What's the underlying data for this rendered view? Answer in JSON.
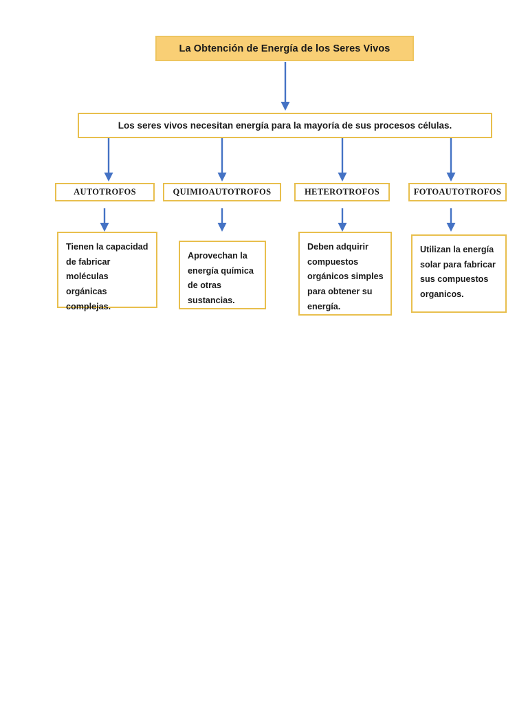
{
  "diagram": {
    "type": "flowchart",
    "title_box": {
      "label": "La Obtención de Energía de los Seres Vivos",
      "fill_color": "#f9cf75",
      "border_color": "#eec55f"
    },
    "statement_box": {
      "label": "Los seres vivos necesitan energía para la mayoría de sus procesos células.",
      "fill_color": "#ffffff",
      "border_color": "#e8bf4d"
    },
    "accent_colors": {
      "box_border": "#e8bf4d",
      "header_fill": "#f9cf75",
      "arrow": "#4472c4",
      "text": "#1a1a1a",
      "background": "#ffffff"
    },
    "branches": [
      {
        "category": "AUTOTROFOS",
        "description": "Tienen la capacidad de fabricar moléculas orgánicas complejas."
      },
      {
        "category": "QUIMIOAUTOTROFOS",
        "description": "Aprovechan la energía química de otras sustancias."
      },
      {
        "category": "HETEROTROFOS",
        "description": "Deben adquirir compuestos orgánicos simples para obtener su energía."
      },
      {
        "category": "FOTOAUTOTROFOS",
        "description": "Utilizan la energía solar para fabricar sus compuestos organicos."
      }
    ]
  }
}
